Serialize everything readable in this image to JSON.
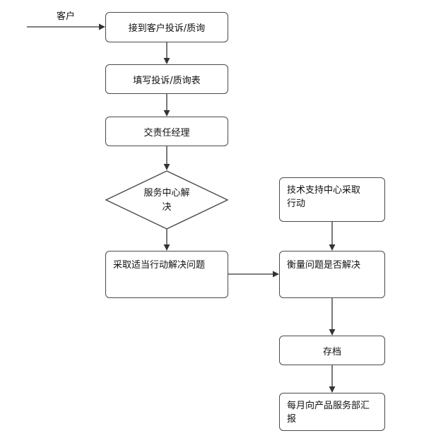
{
  "diagram": {
    "input_label": "客户",
    "nodes": {
      "receive": "接到客户投诉/质询",
      "fill_form": "填写投诉/质询表",
      "hand_over": "交责任经理",
      "service_decision": "服务中心解决",
      "take_action": "采取适当行动解决问题",
      "tech_support": "技术支持中心采取行动",
      "measure": "衡量问题是否解决",
      "archive": "存档",
      "report": "每月向产品服务部汇报"
    }
  }
}
